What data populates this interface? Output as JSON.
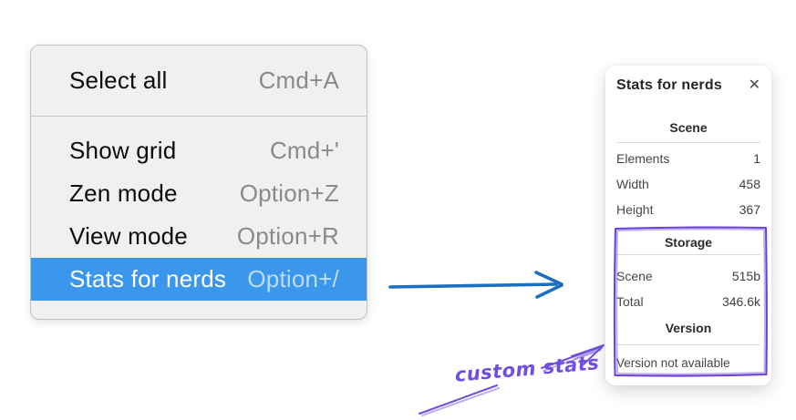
{
  "colors": {
    "highlight_blue": "#3b97ec",
    "arrow_blue": "#1b6fc1",
    "violet": "#6f4fe0",
    "violet_dark": "#6741d9",
    "menu_bg": "#f0f0f1",
    "panel_bg": "#ffffff"
  },
  "icons": {
    "close": "✕"
  },
  "context_menu": {
    "sections": [
      {
        "items": [
          {
            "label": "Select all",
            "shortcut": "Cmd+A"
          }
        ]
      },
      {
        "items": [
          {
            "label": "Show grid",
            "shortcut": "Cmd+'"
          },
          {
            "label": "Zen mode",
            "shortcut": "Option+Z"
          },
          {
            "label": "View mode",
            "shortcut": "Option+R"
          },
          {
            "label": "Stats for nerds",
            "shortcut": "Option+/",
            "highlighted": true
          }
        ]
      }
    ]
  },
  "stats_panel": {
    "title": "Stats for nerds",
    "sections": [
      {
        "header": "Scene",
        "rows": [
          {
            "label": "Elements",
            "value": "1"
          },
          {
            "label": "Width",
            "value": "458"
          },
          {
            "label": "Height",
            "value": "367"
          }
        ]
      },
      {
        "header": "Storage",
        "rows": [
          {
            "label": "Scene",
            "value": "515b"
          },
          {
            "label": "Total",
            "value": "346.6k"
          }
        ]
      },
      {
        "header": "Version",
        "note": "Version not available"
      }
    ]
  },
  "annotations": {
    "label": "custom stats"
  }
}
